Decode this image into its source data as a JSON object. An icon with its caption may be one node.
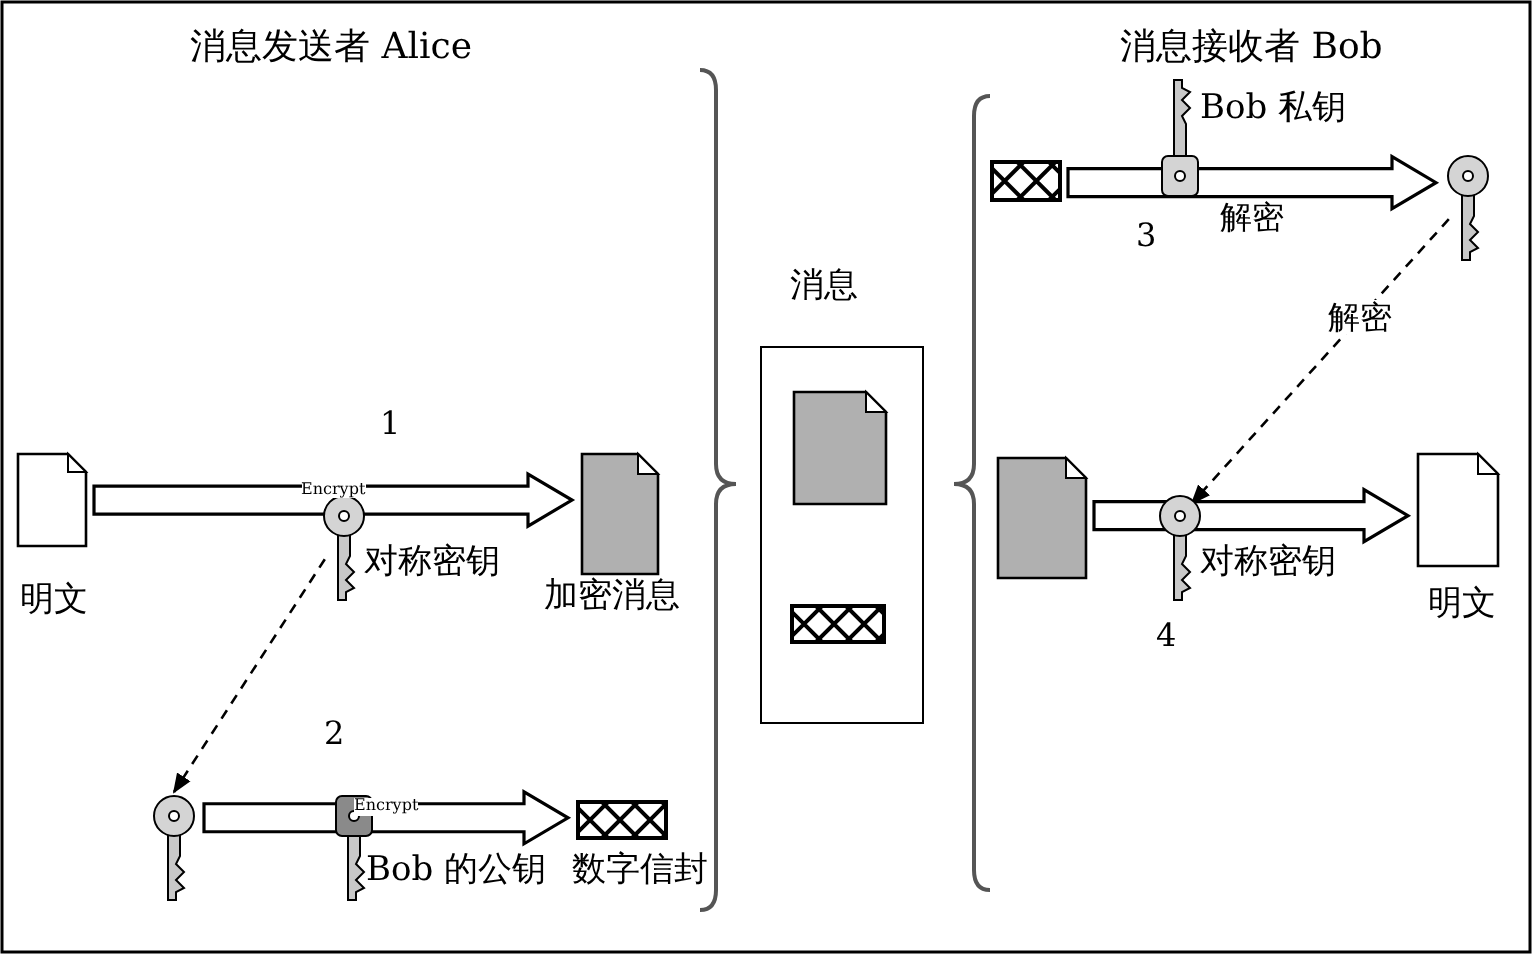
{
  "diagram": {
    "nodes": [
      {
        "text": [
          "明文"
        ]
      },
      {
        "text": [
          "加密消息"
        ]
      },
      {
        "text": [
          "对称密钥"
        ]
      },
      {
        "text": [
          "Bob 的公钥"
        ]
      },
      {
        "text": [],
        "shape": "key"
      },
      {
        "text": [
          "数字信封"
        ]
      },
      {
        "text": [
          "消息"
        ]
      },
      {
        "text": [],
        "shape": "document",
        "in": 6
      },
      {
        "text": [],
        "shape": "box",
        "in": 6
      },
      {
        "text": [],
        "shape": "box"
      },
      {
        "text": [
          "Bob 私钥"
        ]
      },
      {
        "text": [],
        "shape": "key"
      },
      {
        "text": [],
        "shape": "document"
      },
      {
        "text": [
          "对称密钥"
        ]
      },
      {
        "text": [
          "明文"
        ]
      }
    ],
    "edges": [
      {
        "from": 0,
        "to": 1,
        "arrow": "to",
        "label": "Encrypt"
      },
      {
        "from": 4,
        "to": 5,
        "arrow": "to",
        "label": "Encrypt"
      },
      {
        "from": 2,
        "to": 4,
        "arrow": "to",
        "style": "dashed"
      },
      {
        "from": 9,
        "to": 11,
        "arrow": "to",
        "label": "解密"
      },
      {
        "from": 11,
        "to": 13,
        "arrow": "to",
        "style": "dashed",
        "label": "解密"
      },
      {
        "from": 12,
        "to": 14,
        "arrow": "to"
      }
    ],
    "labels": [
      "消息发送者 Alice",
      "消息接收者 Bob",
      "1",
      "2",
      "3",
      "4"
    ]
  }
}
